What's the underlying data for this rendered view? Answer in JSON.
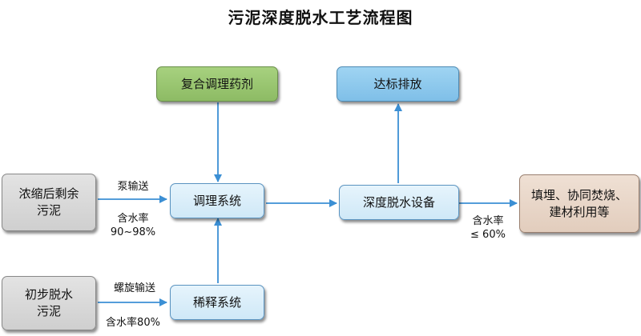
{
  "title": "污泥深度脱水工艺流程图",
  "nodes": {
    "conditioning_agent": "复合调理药剂",
    "discharge": "达标排放",
    "concentrated_sludge": [
      "浓缩后剩余",
      "污泥"
    ],
    "conditioning_system": "调理系统",
    "deep_dewatering_equipment": "深度脱水设备",
    "final_disposal": [
      "填埋、协同焚烧、",
      "建材利用等"
    ],
    "primary_sludge": [
      "初步脱水",
      "污泥"
    ],
    "dilution_system": "稀释系统"
  },
  "edge_labels": {
    "pump_transport": "泵输送",
    "moisture_concentrated": [
      "含水率",
      "90~98%"
    ],
    "dewatered_moisture": [
      "含水率",
      "≤ 60%"
    ],
    "screw_transport": "螺旋输送",
    "moisture_primary": "含水率80%"
  },
  "colors": {
    "arrow": "#3b8fd4",
    "agent_box": "#98c56f",
    "discharge_box": "#8ccaef",
    "process_box": "#dbeef9",
    "input_box": "#d9d9d9",
    "output_box": "#e8d6c8"
  }
}
